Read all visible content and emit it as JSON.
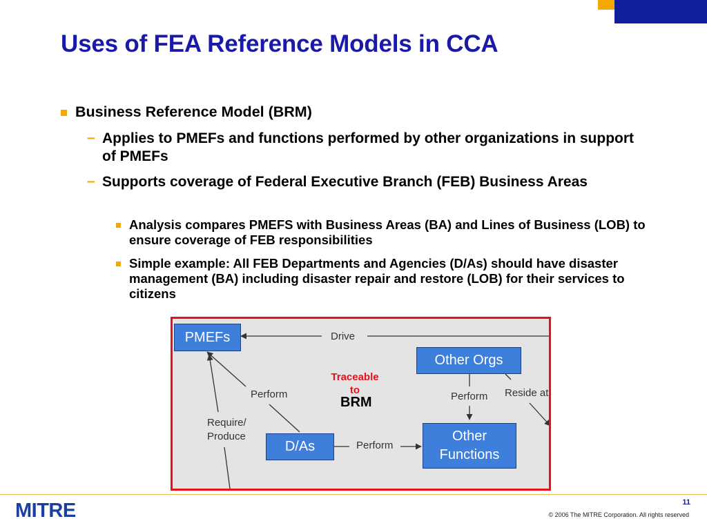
{
  "slide": {
    "title": "Uses of FEA Reference Models in CCA",
    "page_number": "11",
    "copyright": "© 2006 The MITRE Corporation. All rights reserved",
    "logo_text": "MITRE",
    "accent_color": "#f5a800",
    "brand_color": "#0f1e9a"
  },
  "bullets": {
    "level1": "Business Reference Model (BRM)",
    "dash_marker": "–",
    "level2": [
      "Applies to PMEFs and functions performed by other organizations in support of PMEFs",
      "Supports coverage of Federal Executive Branch (FEB) Business Areas"
    ],
    "level3": [
      "Analysis compares PMEFS with Business Areas (BA) and Lines of Business (LOB) to ensure coverage of FEB responsibilities",
      "Simple example: All FEB Departments and Agencies (D/As) should have disaster management (BA) including disaster repair and restore (LOB) for their services to citizens"
    ]
  },
  "diagram": {
    "nodes": {
      "pmefs": "PMEFs",
      "other_orgs": "Other Orgs",
      "das": "D/As",
      "other_functions": "Other Functions"
    },
    "edges": {
      "drive": "Drive",
      "perform_das_pmefs": "Perform",
      "perform_orgs_functions": "Perform",
      "reside_at": "Reside at",
      "require_produce": "Require/ Produce",
      "perform_das_functions": "Perform"
    },
    "traceable": "Traceable to",
    "brm": "BRM"
  }
}
